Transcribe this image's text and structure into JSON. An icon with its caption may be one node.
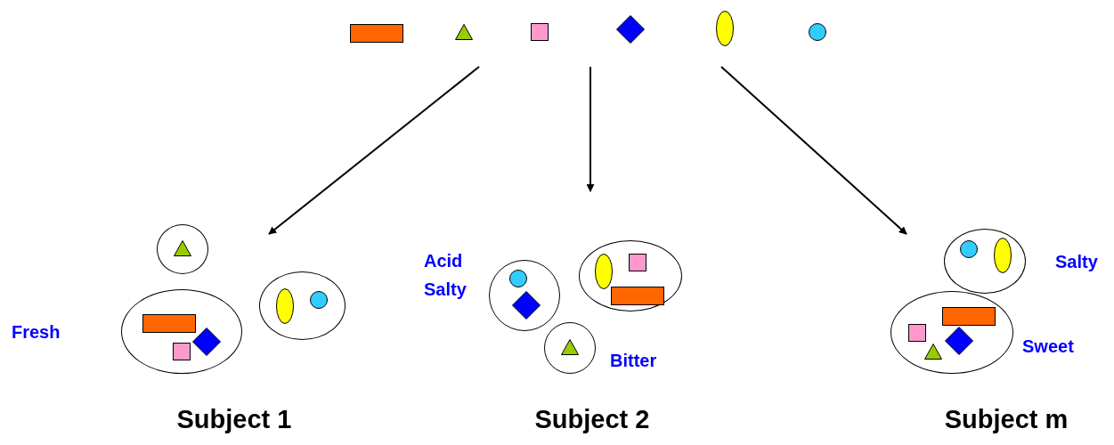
{
  "diagram": {
    "nodes": [
      {
        "text": [],
        "shape": "ellipse"
      },
      {
        "text": [],
        "shape": "ellipse",
        "beside": [
          "Fresh"
        ]
      },
      {
        "text": [],
        "shape": "ellipse"
      },
      {
        "text": [],
        "shape": "ellipse",
        "beside": [
          "Acid Salty"
        ]
      },
      {
        "text": [],
        "shape": "ellipse"
      },
      {
        "text": [],
        "shape": "ellipse",
        "beside": [
          "Bitter"
        ]
      },
      {
        "text": [],
        "shape": "ellipse",
        "beside": [
          "Salty"
        ]
      },
      {
        "text": [],
        "shape": "ellipse",
        "beside": [
          "Sweet"
        ]
      }
    ],
    "labels": [
      "Subject 1",
      "Subject 2",
      "Subject m"
    ]
  }
}
